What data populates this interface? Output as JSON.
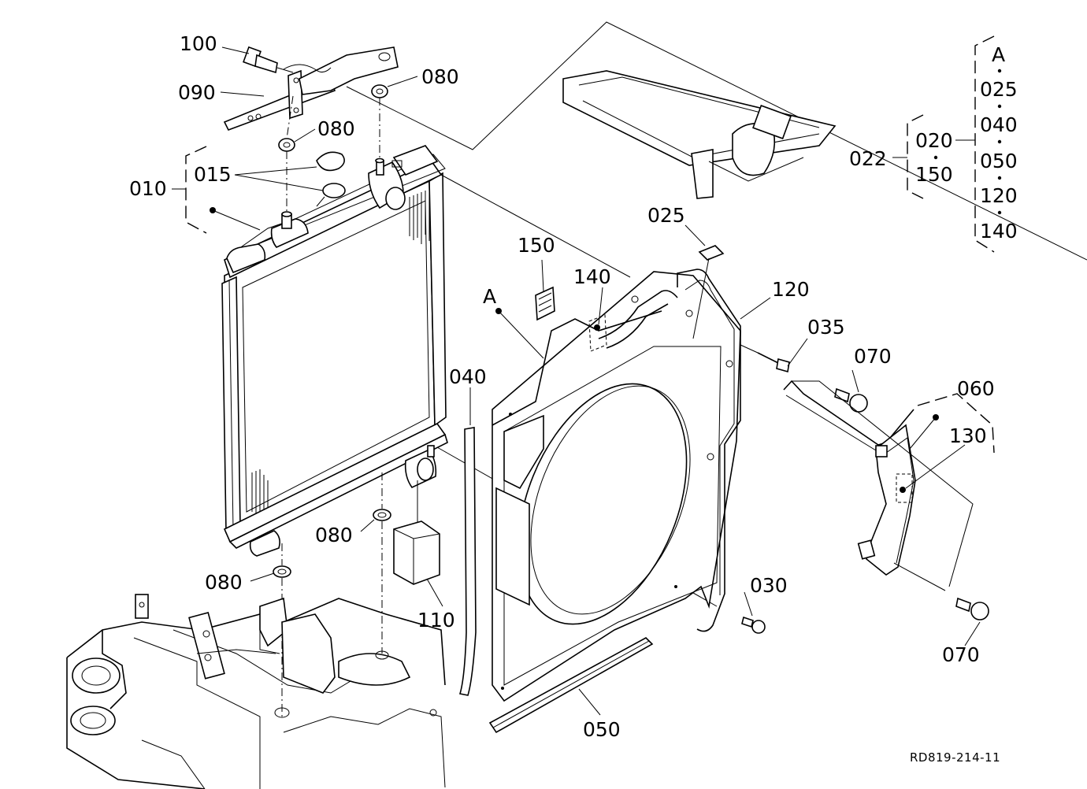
{
  "drawing_code": "RD819-214-11",
  "labels": {
    "p100": "100",
    "p090": "090",
    "p080a": "080",
    "p080b": "080",
    "p080c": "080",
    "p080d": "080",
    "p015": "015",
    "p010": "010",
    "p150": "150",
    "p140": "140",
    "pA": "A",
    "p025": "025",
    "p120": "120",
    "p035": "035",
    "p070a": "070",
    "p060": "060",
    "p130": "130",
    "p040": "040",
    "p110": "110",
    "p030": "030",
    "p070b": "070",
    "p050": "050"
  },
  "kit_legend": {
    "main": "022",
    "left": [
      "020",
      "150"
    ],
    "right": [
      "A",
      "025",
      "040",
      "050",
      "120",
      "140"
    ]
  }
}
